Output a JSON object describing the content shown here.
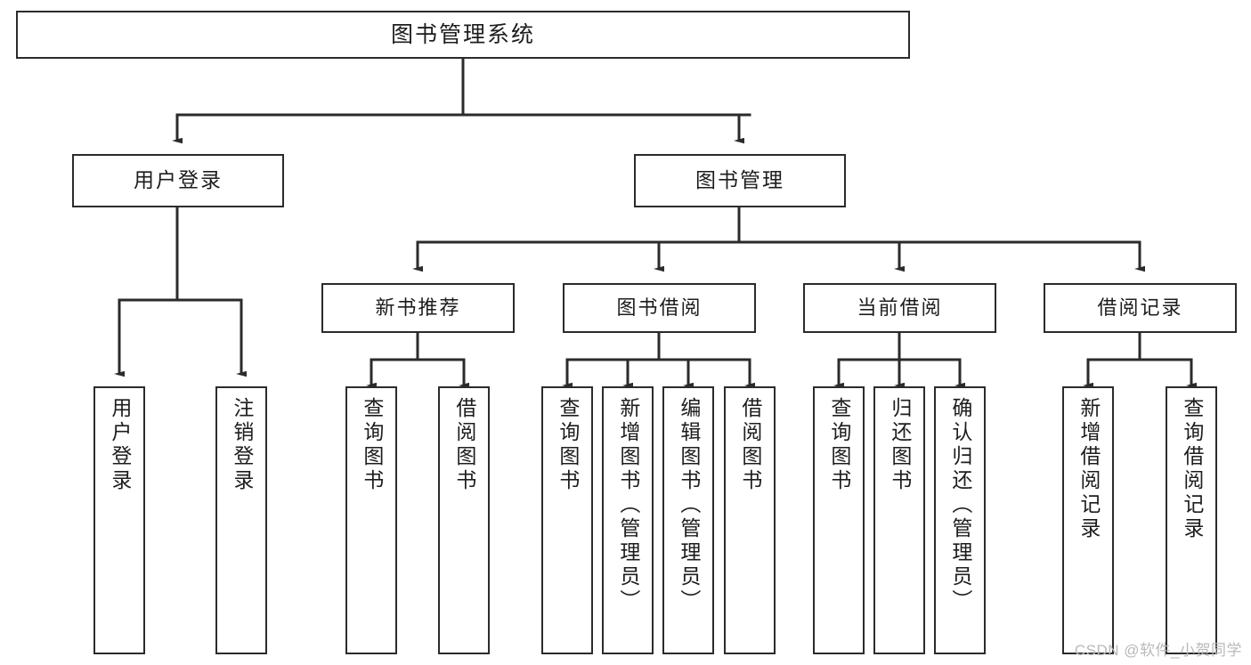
{
  "diagram": {
    "title_node": {
      "id": "root",
      "label": "图书管理系统"
    },
    "colors": {
      "box_stroke": "#2b2b2b",
      "box_fill": "#ffffff",
      "connector": "#2b2b2b",
      "text": "#1d1d1d",
      "watermark": "#b9b9b9"
    },
    "level2": [
      {
        "id": "user-login",
        "label": "用户登录"
      },
      {
        "id": "book-management",
        "label": "图书管理"
      }
    ],
    "level3": [
      {
        "id": "new-book-recommend",
        "label": "新书推荐",
        "parent": "book-management"
      },
      {
        "id": "book-borrow",
        "label": "图书借阅",
        "parent": "book-management"
      },
      {
        "id": "current-borrow",
        "label": "当前借阅",
        "parent": "book-management"
      },
      {
        "id": "borrow-record",
        "label": "借阅记录",
        "parent": "book-management"
      }
    ],
    "leaves": [
      {
        "id": "leaf-user-login",
        "label": "用户登录",
        "parent": "user-login"
      },
      {
        "id": "leaf-logout",
        "label": "注销登录",
        "parent": "user-login"
      },
      {
        "id": "leaf-query-book-1",
        "label": "查询图书",
        "parent": "new-book-recommend"
      },
      {
        "id": "leaf-borrow-book-1",
        "label": "借阅图书",
        "parent": "new-book-recommend"
      },
      {
        "id": "leaf-query-book-2",
        "label": "查询图书",
        "parent": "book-borrow"
      },
      {
        "id": "leaf-add-book",
        "label": "新增图书（管理员）",
        "parent": "book-borrow"
      },
      {
        "id": "leaf-edit-book",
        "label": "编辑图书（管理员）",
        "parent": "book-borrow"
      },
      {
        "id": "leaf-borrow-book-2",
        "label": "借阅图书",
        "parent": "book-borrow"
      },
      {
        "id": "leaf-query-book-3",
        "label": "查询图书",
        "parent": "current-borrow"
      },
      {
        "id": "leaf-return-book",
        "label": "归还图书",
        "parent": "current-borrow"
      },
      {
        "id": "leaf-confirm-return",
        "label": "确认归还（管理员）",
        "parent": "current-borrow"
      },
      {
        "id": "leaf-add-record",
        "label": "新增借阅记录",
        "parent": "borrow-record"
      },
      {
        "id": "leaf-query-record",
        "label": "查询借阅记录",
        "parent": "borrow-record"
      }
    ]
  },
  "watermark": {
    "text": "CSDN @软件_小贺同学"
  }
}
